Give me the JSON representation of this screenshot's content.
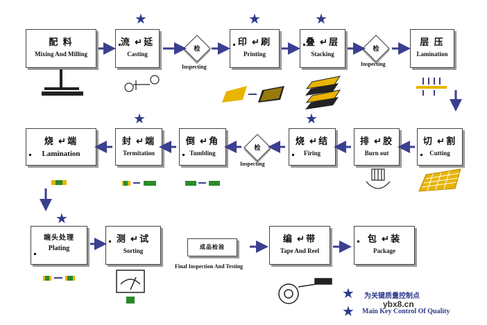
{
  "colors": {
    "star": "#2e3a8c",
    "arrow": "#3b3f8f",
    "chip_yellow": "#e8b400",
    "chip_green": "#2a8a2a"
  },
  "row1": [
    {
      "cn": "配  料",
      "en": "Mixing And Milling",
      "star": false
    },
    {
      "cn": "流  ↵延",
      "en": "Casting",
      "star": true
    },
    {
      "cn": "印  ↵刷",
      "en": "Printing",
      "star": true
    },
    {
      "cn": "叠  ↵层",
      "en": "Stacking",
      "star": true
    },
    {
      "cn": "层   压",
      "en": "Lamination",
      "star": false
    }
  ],
  "row2": [
    {
      "cn": "烧  ↵端",
      "en": "Lamination",
      "star": false
    },
    {
      "cn": "封  ↵端",
      "en": "Termitation",
      "star": true
    },
    {
      "cn": "倒  ↵角",
      "en": "Tumbling",
      "star": false
    },
    {
      "cn": "烧  ↵结",
      "en": "Firing",
      "star": true
    },
    {
      "cn": "排  ↵胶",
      "en": "Burn out",
      "star": false
    },
    {
      "cn": "切  ↵割",
      "en": "Cutting",
      "star": false
    }
  ],
  "row3": [
    {
      "cn": "端头处理",
      "en": "Plating",
      "star": true
    },
    {
      "cn": "测  ↵试",
      "en": "Sorting",
      "star": false
    },
    {
      "cn": "成品检验",
      "en": "",
      "star": false
    },
    {
      "cn": "编  ↵带",
      "en": "Tape And Reel",
      "star": false
    },
    {
      "cn": "包  ↵装",
      "en": "Package",
      "star": false
    }
  ],
  "inspect": {
    "symbol": "检",
    "label": "Inspecting"
  },
  "final_label": "Final Inspection And Testing",
  "legend": {
    "cn": "为关键质量控制点",
    "en": "Main Key Control Of Quality"
  },
  "watermark": "ybx8.cn"
}
